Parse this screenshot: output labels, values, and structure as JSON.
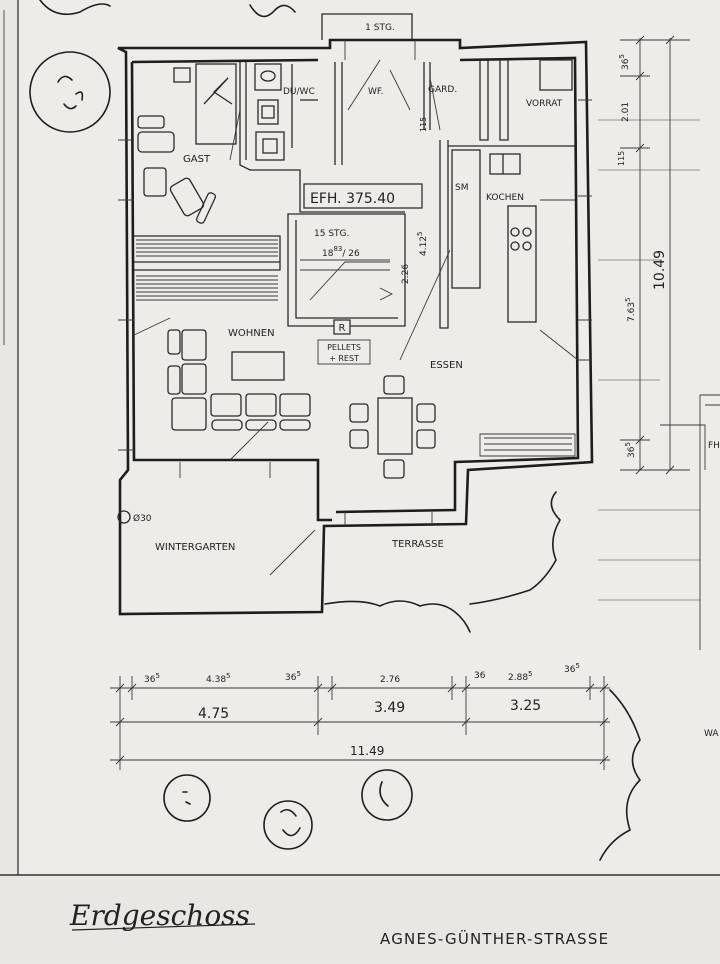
{
  "floor_plan": {
    "stair_up_label": "1 STG.",
    "rooms": {
      "gast": "GAST",
      "du_wc": "DU/WC",
      "wf": "WF.",
      "gard": "GARD.",
      "vorrat": "VORRAT",
      "sm": "SM",
      "kochen": "KOCHEN",
      "wohnen": "WOHNEN",
      "essen": "ESSEN",
      "wintergarten": "WINTERGARTEN",
      "terrasse": "TERRASSE"
    },
    "efh_label": "EFH. 375.40",
    "stair": {
      "steps": "15 STG.",
      "rise_base": "18",
      "rise_sup": "83",
      "rise_rest": "/ 26"
    },
    "pellets": [
      "PELLETS",
      "+ REST"
    ],
    "chimney_symbol": "R",
    "stair_dims": {
      "d1": "2.26",
      "d2": "4.12",
      "d2_sup": "5"
    },
    "small_dims": {
      "d115_a": "115",
      "d115_b": "115"
    },
    "column_label": "Ø30",
    "right_dims": {
      "d36_top": "36",
      "d36_top_sup": "5",
      "d201": "2.01",
      "d1049": "10.49",
      "d763": "7.63",
      "d763_sup": "5",
      "d36_bottom": "36",
      "d36_bottom_sup": "5"
    },
    "bottom_dims": {
      "top_row": [
        {
          "v": "36",
          "s": "5"
        },
        {
          "v": "4.38",
          "s": "5"
        },
        {
          "v": "36",
          "s": "5"
        },
        {
          "v": "2.76",
          "s": ""
        },
        {
          "v": "36",
          "s": ""
        },
        {
          "v": "2.88",
          "s": "5"
        },
        {
          "v": "36",
          "s": "5"
        }
      ],
      "mid_row": [
        "4.75",
        "3.49",
        "3.25"
      ],
      "total": "11.49"
    },
    "neighbor_labels": {
      "fh": "FH",
      "wa": "WA"
    },
    "handwritten_title": "Erdgeschoss",
    "street_label": "AGNES-GÜNTHER-STRASSE"
  }
}
